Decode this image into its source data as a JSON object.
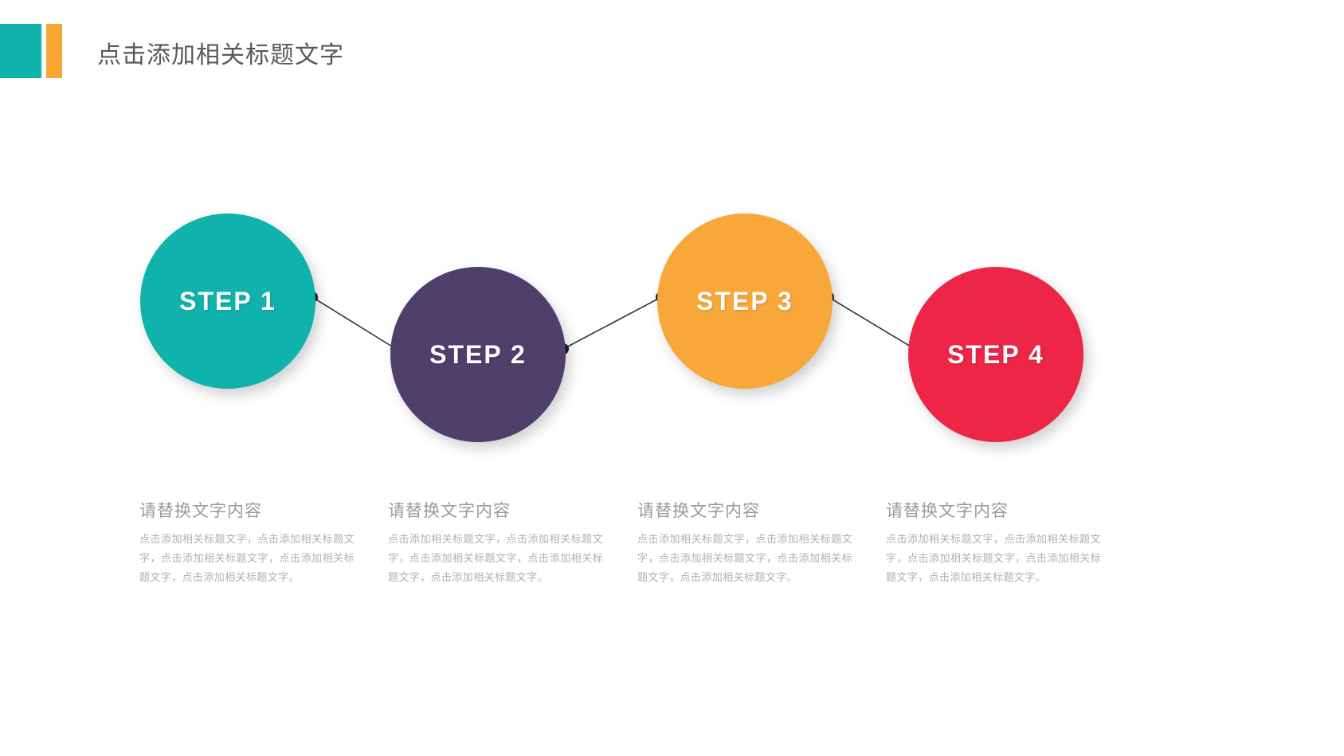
{
  "header": {
    "title": "点击添加相关标题文字",
    "mark_teal_color": "#10b3ac",
    "mark_orange_color": "#f8a832"
  },
  "diagram": {
    "type": "process-steps",
    "connector_color": "#333333",
    "node_dot_color": "#1a1a2e",
    "steps": [
      {
        "label": "STEP 1",
        "color": "#10b3ac",
        "heading": "请替换文字内容",
        "body": "点击添加相关标题文字，点击添加相关标题文字，点击添加相关标题文字，点击添加相关标题文字，点击添加相关标题文字。"
      },
      {
        "label": "STEP 2",
        "color": "#4e3f6b",
        "heading": "请替换文字内容",
        "body": "点击添加相关标题文字，点击添加相关标题文字，点击添加相关标题文字，点击添加相关标题文字，点击添加相关标题文字。"
      },
      {
        "label": "STEP 3",
        "color": "#f8a73a",
        "heading": "请替换文字内容",
        "body": "点击添加相关标题文字，点击添加相关标题文字，点击添加相关标题文字，点击添加相关标题文字，点击添加相关标题文字。"
      },
      {
        "label": "STEP 4",
        "color": "#ed2546",
        "heading": "请替换文字内容",
        "body": "点击添加相关标题文字，点击添加相关标题文字，点击添加相关标题文字，点击添加相关标题文字，点击添加相关标题文字。"
      }
    ]
  }
}
